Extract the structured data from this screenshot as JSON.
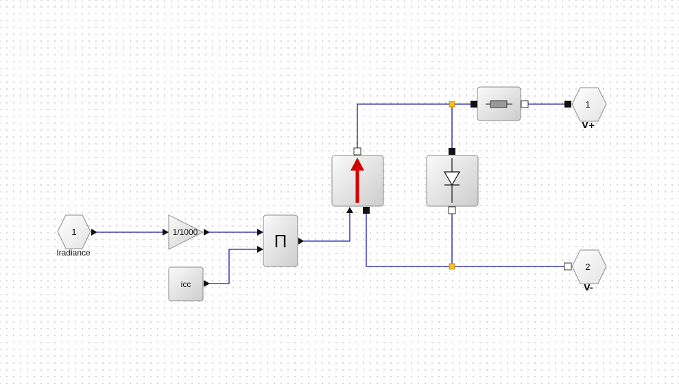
{
  "diagram": {
    "inputs": {
      "irradiance": {
        "port_number": "1",
        "label": "Iradiance"
      }
    },
    "gain": {
      "label": "1/1000"
    },
    "constant": {
      "label": "icc"
    },
    "product": {
      "symbol": "Π"
    },
    "outputs": {
      "v_plus": {
        "port_number": "1",
        "label": "V+"
      },
      "v_minus": {
        "port_number": "2",
        "label": "V-"
      }
    },
    "colors": {
      "wire": "#1a1aa6",
      "arrow": "#d40000",
      "junction": "#f5c21b",
      "block_fill_light": "#fafafa",
      "block_fill_dark": "#cfcfcf",
      "block_border": "#8a8a8a"
    }
  }
}
